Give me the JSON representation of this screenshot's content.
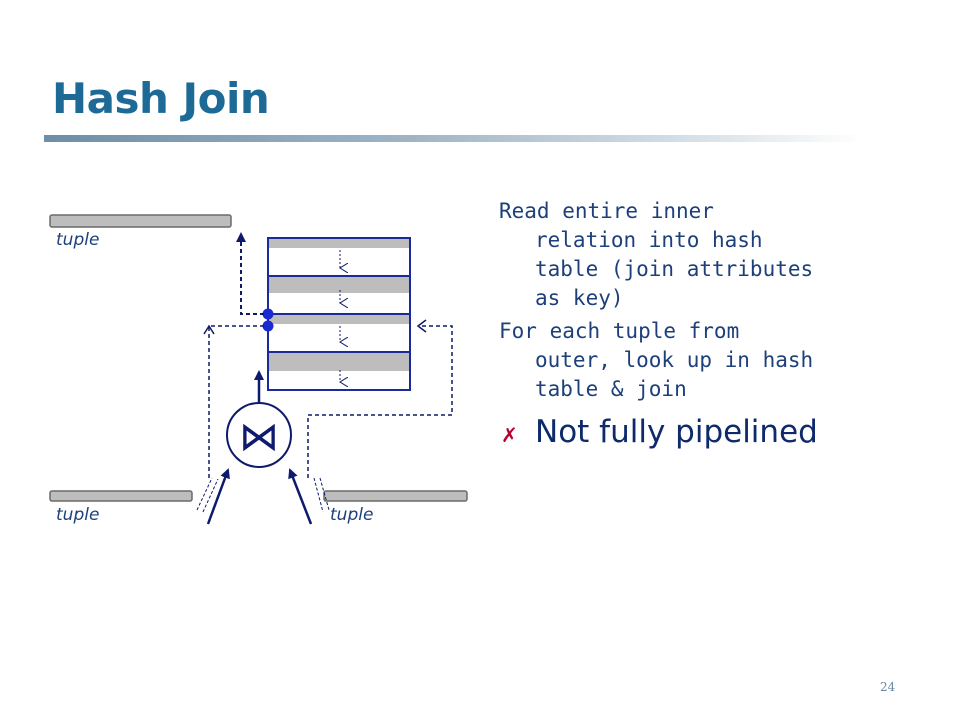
{
  "slide": {
    "title": "Hash Join",
    "page_number": "24"
  },
  "text": {
    "para1_lines": [
      "Read entire inner",
      "relation into hash",
      "table (join attributes",
      "as key)"
    ],
    "para2_lines": [
      "For each tuple from",
      "outer, look up in hash",
      "table & join"
    ],
    "bullet_mark": "✗",
    "bullet": "Not fully pipelined"
  },
  "diagram": {
    "label_output": "tuple",
    "label_outer": "tuple",
    "label_inner": "tuple",
    "join_symbol": "⋈",
    "colors": {
      "arrow": "#0e1a6b",
      "bucket_border": "#1a2a9a",
      "bar_fill": "#bdbdbd",
      "bar_edge": "#6a6a6a"
    }
  }
}
